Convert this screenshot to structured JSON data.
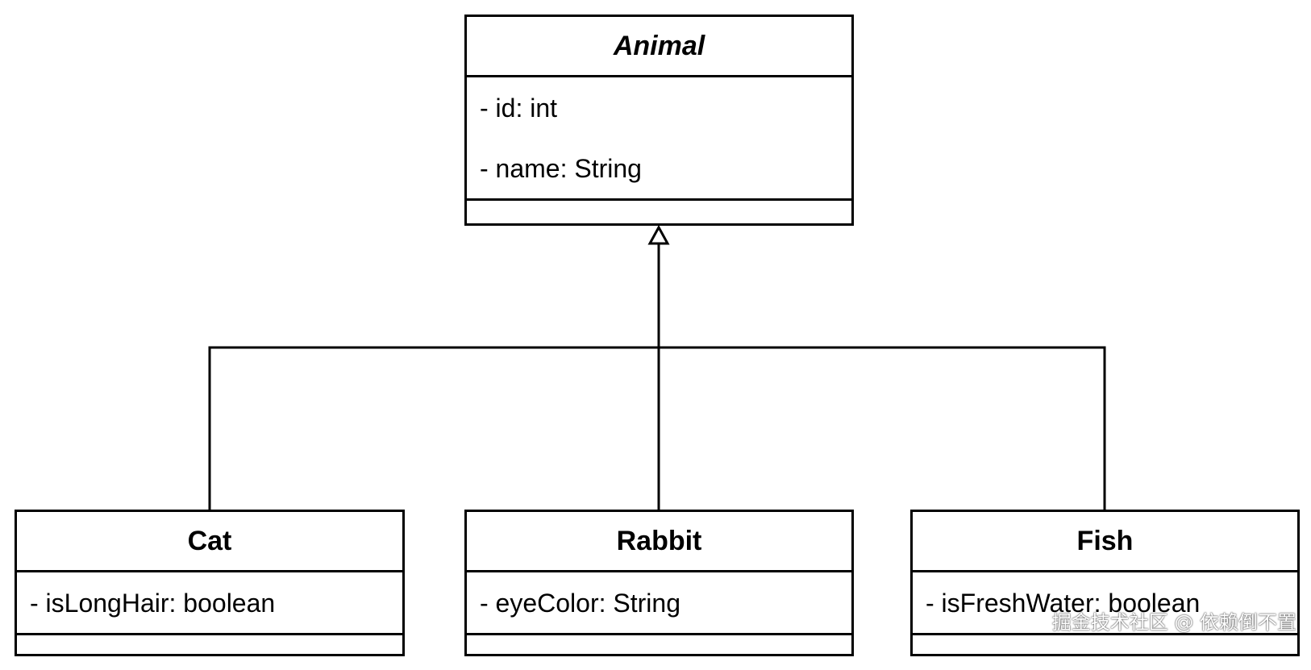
{
  "diagram": {
    "parent": {
      "name": "Animal",
      "abstract": true,
      "attributes": [
        "- id: int",
        "- name: String"
      ]
    },
    "children": [
      {
        "name": "Cat",
        "attributes": [
          "- isLongHair: boolean"
        ]
      },
      {
        "name": "Rabbit",
        "attributes": [
          "- eyeColor: String"
        ]
      },
      {
        "name": "Fish",
        "attributes": [
          "- isFreshWater: boolean"
        ]
      }
    ],
    "relationship": "generalization"
  },
  "watermark": "掘金技术社区 @ 依赖倒不置"
}
